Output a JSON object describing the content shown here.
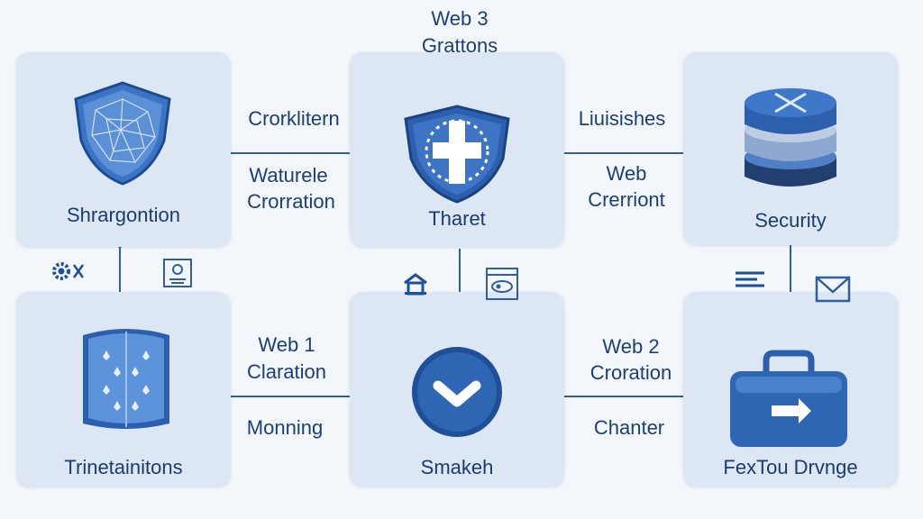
{
  "top_title": {
    "line1": "Web 3",
    "line2": "Grattons"
  },
  "cards": {
    "shield_network": {
      "label": "Shrargontion",
      "icon": "shield-network-icon"
    },
    "shield_cross": {
      "label": "Tharet",
      "icon": "shield-cross-icon"
    },
    "database": {
      "label": "Security",
      "icon": "database-icon"
    },
    "cube_blocks": {
      "label": "Trinetainitons",
      "icon": "cube-icon"
    },
    "check_circle": {
      "label": "Smakeh",
      "icon": "check-circle-icon"
    },
    "briefcase": {
      "label": "FexTou Drvnge",
      "icon": "briefcase-icon"
    }
  },
  "connectors": {
    "left_top": {
      "line1": "Crorklitern",
      "line2": "Waturele",
      "line3": "Crorration"
    },
    "right_top": {
      "line1": "Liuisishes",
      "line2": "Web",
      "line3": "Crerriont"
    },
    "left_bottom": {
      "line1": "Web 1",
      "line2": "Claration",
      "line3": "Monning"
    },
    "right_bottom": {
      "line1": "Web 2",
      "line2": "Croration",
      "line3": "Chanter"
    }
  },
  "small_icons": [
    "gear-icon",
    "document-icon",
    "home-icon",
    "browser-window-icon",
    "text-lines-icon",
    "envelope-icon"
  ],
  "colors": {
    "background": "#f3f6fb",
    "card": "#dde7f3",
    "accent": "#2f66b3",
    "text": "#1d3e76"
  }
}
